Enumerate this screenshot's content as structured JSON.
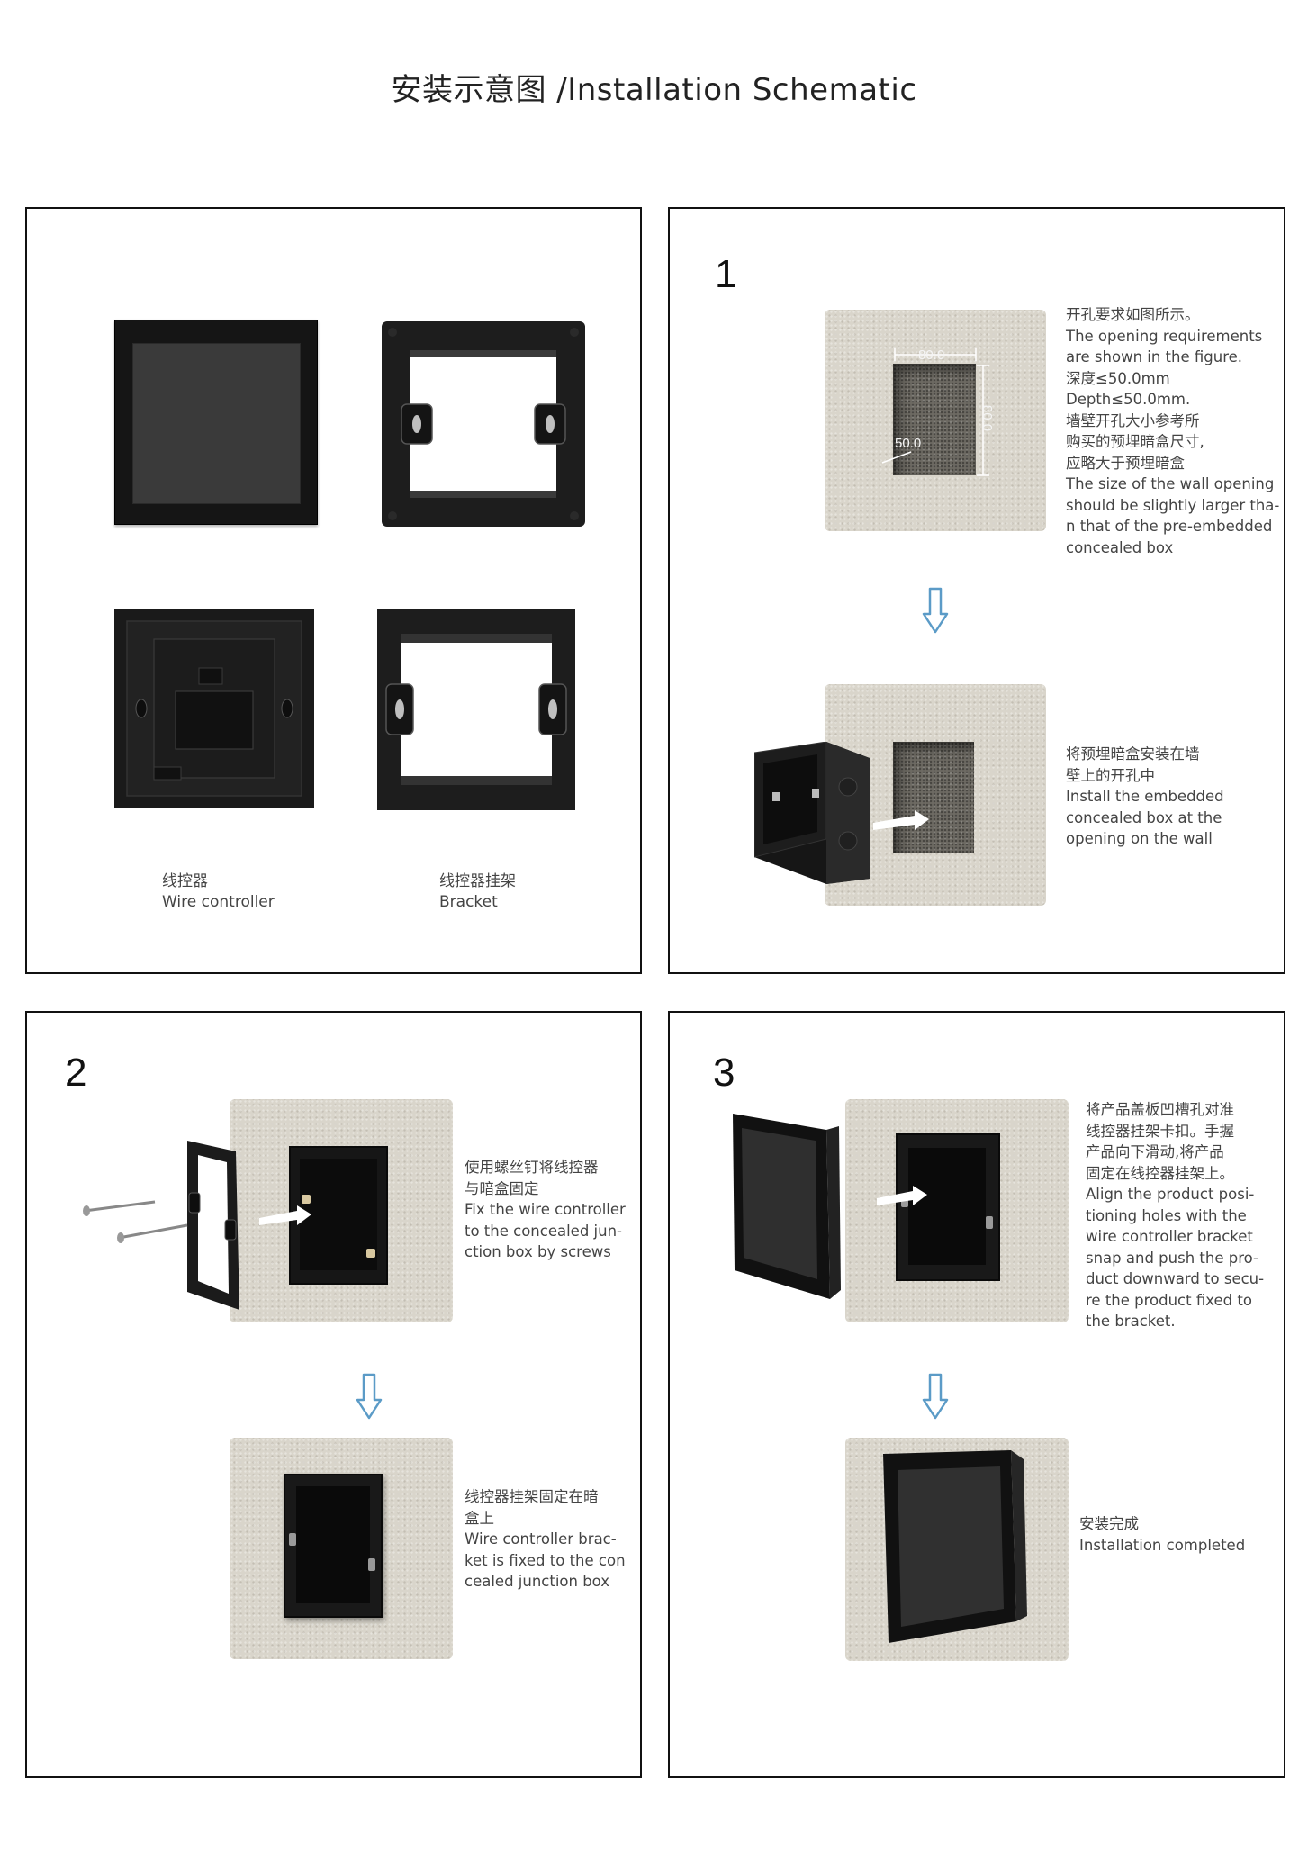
{
  "page": {
    "title": "安装示意图 /Installation Schematic"
  },
  "panel_components": {
    "wire_controller_label_cn": "线控器",
    "wire_controller_label_en": "Wire controller",
    "bracket_label_cn": "线控器挂架",
    "bracket_label_en": "Bracket"
  },
  "step1": {
    "number": "1",
    "top_text": [
      "开孔要求如图所示。",
      "The opening requirements",
      "are shown in the figure.",
      "深度≤50.0mm",
      "Depth≤50.0mm.",
      "墙壁开孔大小参考所",
      "购买的预埋暗盒尺寸,",
      "应略大于预埋暗盒",
      "The size of the wall opening",
      "should be slightly larger tha-",
      "n that of the pre-embedded",
      "concealed box"
    ],
    "dim_width": "80.0",
    "dim_height": "80.0",
    "dim_depth": "50.0",
    "bottom_text": [
      "将预埋暗盒安装在墙",
      "壁上的开孔中",
      "Install the embedded",
      "concealed box at the",
      "opening on the wall"
    ]
  },
  "step2": {
    "number": "2",
    "top_text": [
      "使用螺丝钉将线控器",
      "与暗盒固定",
      "Fix the wire controller",
      " to the concealed jun-",
      "ction box by screws"
    ],
    "bottom_text": [
      "线控器挂架固定在暗",
      "盒上",
      "Wire controller brac-",
      "ket is fixed to the con",
      "cealed junction box"
    ]
  },
  "step3": {
    "number": "3",
    "top_text": [
      "将产品盖板凹槽孔对准",
      "线控器挂架卡扣。手握",
      "产品向下滑动,将产品",
      "固定在线控器挂架上。",
      "Align the product posi-",
      "tioning holes with the",
      "wire controller bracket",
      "snap and push the pro-",
      "duct downward to secu-",
      "re the product fixed to",
      "the bracket."
    ],
    "bottom_text": [
      "安装完成",
      "Installation completed"
    ]
  },
  "colors": {
    "arrow_stroke": "#5b9bc7",
    "wall": "#d9d5cb",
    "device": "#1c1c1c"
  }
}
